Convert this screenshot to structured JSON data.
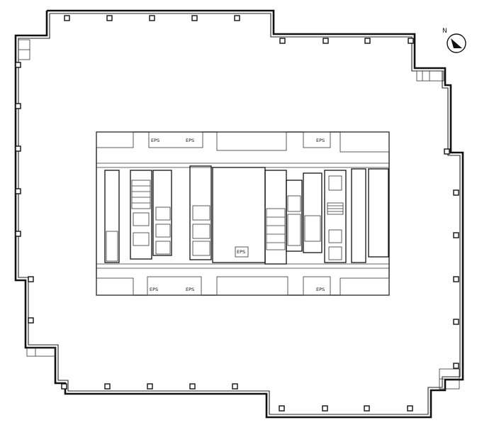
{
  "north_label": "N",
  "room_labels": {
    "eps_top_left": "EPS",
    "eps_top_mid": "EPS",
    "eps_top_right": "EPS",
    "eps_bottom_left": "EPS",
    "eps_bottom_mid": "EPS",
    "eps_bottom_right": "EPS",
    "eps_center": "EPS"
  }
}
